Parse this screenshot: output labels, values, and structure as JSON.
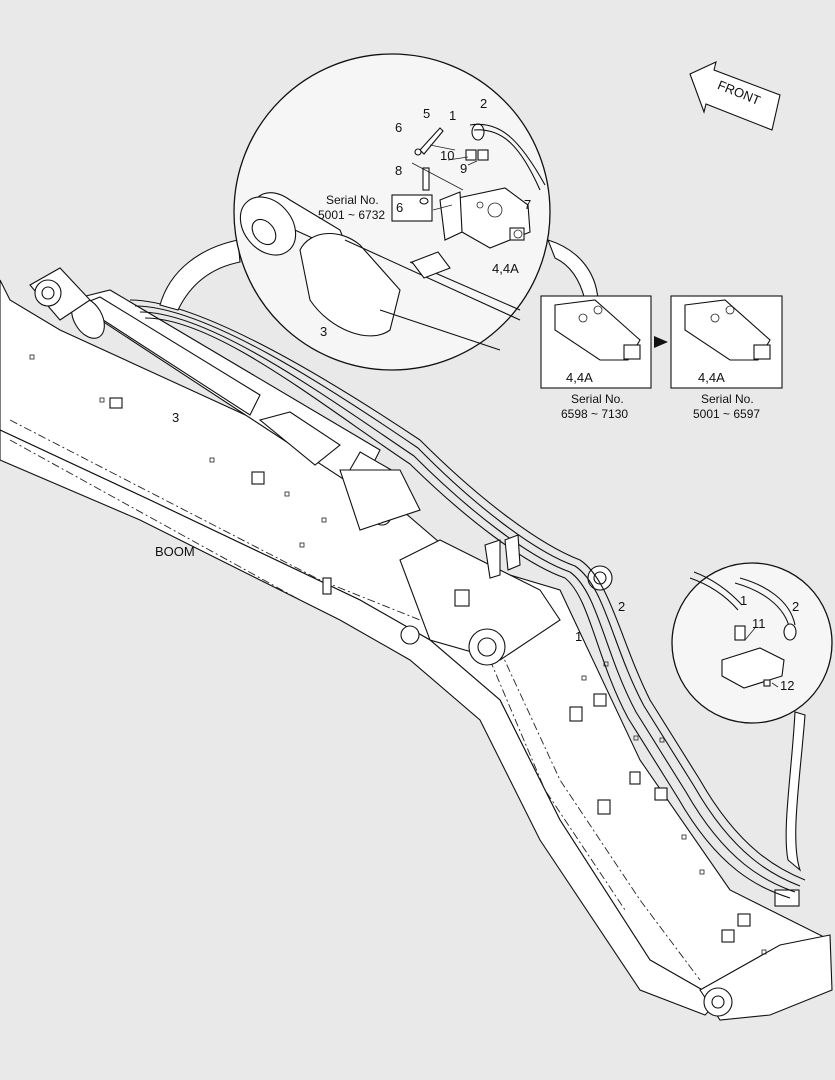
{
  "orientation": {
    "front_label": "FRONT"
  },
  "components": {
    "boom_label": "BOOM"
  },
  "callouts": {
    "c1": "1",
    "c2": "2",
    "c3": "3",
    "c4": "4,4A",
    "c5": "5",
    "c6": "6",
    "c7": "7",
    "c8": "8",
    "c9": "9",
    "c10": "10",
    "c11": "11",
    "c12": "12"
  },
  "serial": {
    "top_caption": "Serial No.",
    "top_range": "5001 ~ 6732",
    "valve_a_label": "4,4A",
    "valve_a_caption": "Serial No.",
    "valve_a_range": "6598 ~ 7130",
    "valve_b_label": "4,4A",
    "valve_b_caption": "Serial No.",
    "valve_b_range": "5001 ~ 6597"
  },
  "colors": {
    "background": "#e9e9e9",
    "line": "#111111",
    "fill": "#ffffff"
  }
}
